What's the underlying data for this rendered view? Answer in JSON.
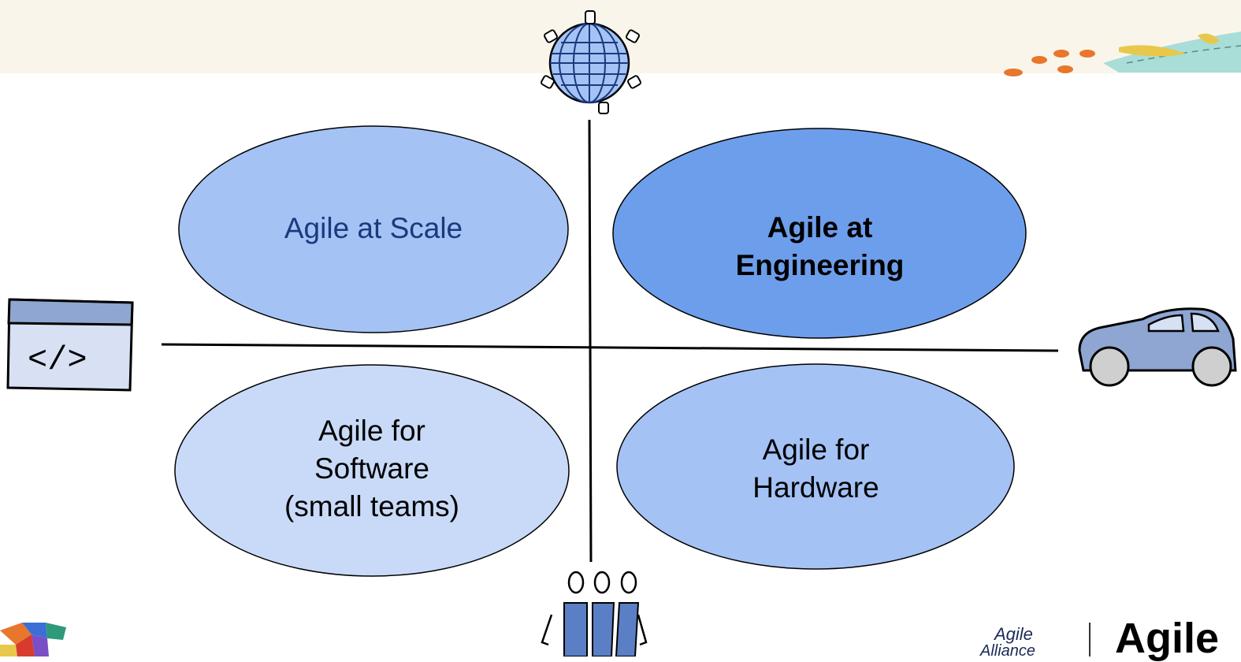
{
  "quadrants": {
    "top_left": {
      "label": "Agile at Scale",
      "fill": "#a4c2f4"
    },
    "top_right": {
      "label": "Agile at\nEngineering",
      "fill": "#6d9eeb"
    },
    "bottom_left": {
      "label": "Agile for\nSoftware\n(small teams)",
      "fill": "#c9daf8"
    },
    "bottom_right": {
      "label": "Agile for\nHardware",
      "fill": "#a4c2f4"
    }
  },
  "axes": {
    "top_icon": "globe-icon",
    "bottom_icon": "team-people-icon",
    "left_icon": "code-window-icon",
    "right_icon": "car-icon"
  },
  "branding": {
    "logo_left_icon": "colorful-mosaic-logo-icon",
    "small_logo_line1": "Agile",
    "small_logo_line2": "Alliance",
    "big_logo_text": "Agile"
  },
  "colors": {
    "top_band": "#faf5ea",
    "icon_blue": "#8ea6d1",
    "accent_orange": "#e8762c",
    "accent_yellow": "#e8c84a",
    "accent_teal": "#8ed4d0"
  }
}
